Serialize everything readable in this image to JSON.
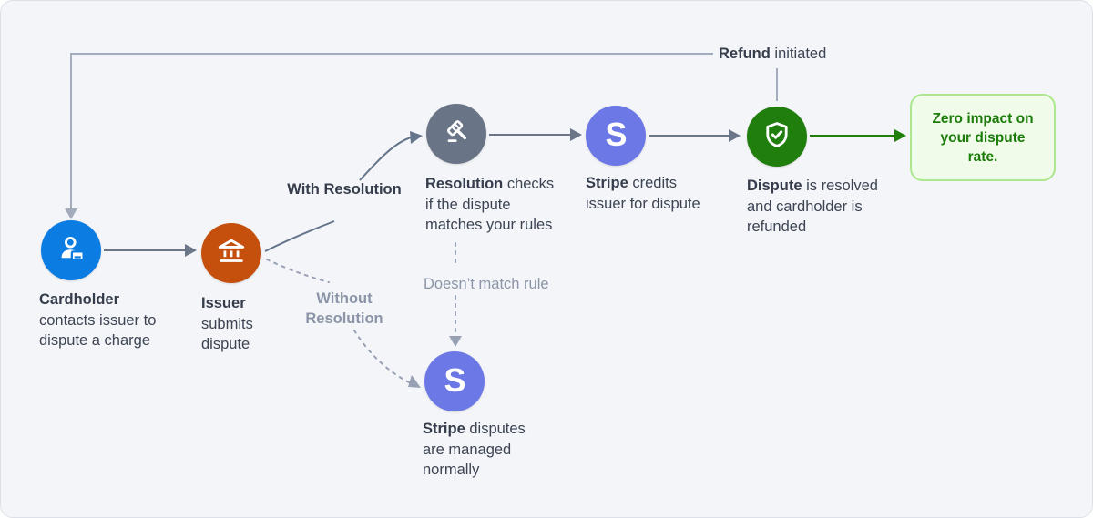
{
  "refund_annotation": {
    "bold": "Refund",
    "rest": " initiated"
  },
  "nodes": [
    {
      "id": "cardholder",
      "icon": "person-card-icon",
      "color": "#0B7CE2",
      "label_bold": "Cardholder",
      "label_rest": " contacts issuer to dispute a charge"
    },
    {
      "id": "issuer",
      "icon": "bank-icon",
      "color": "#C5500D",
      "label_bold": "Issuer",
      "label_rest": " submits dispute"
    },
    {
      "id": "resolution",
      "icon": "gavel-icon",
      "color": "#6A7487",
      "label_bold": "Resolution",
      "label_rest": " checks if the dispute matches your rules"
    },
    {
      "id": "stripe-credit",
      "icon": "stripe-s-icon",
      "icon_text": "S",
      "color": "#6C78E5",
      "label_bold": "Stripe",
      "label_rest": " credits issuer for dispute"
    },
    {
      "id": "dispute-resolved",
      "icon": "shield-check-icon",
      "color": "#1F7E0C",
      "label_bold": "Dispute",
      "label_rest": " is resolved and cardholder is refunded"
    },
    {
      "id": "stripe-normal",
      "icon": "stripe-s-icon",
      "icon_text": "S",
      "color": "#6C78E5",
      "label_bold": "Stripe",
      "label_rest": " disputes are managed normally"
    }
  ],
  "edge_labels": {
    "with_resolution": "With Resolution",
    "without_resolution": "Without Resolution",
    "no_match": "Doesn’t match rule"
  },
  "outcome": {
    "text": "Zero impact on your dispute rate.",
    "text_color": "#1C7C0A",
    "bg": "#F0FCE9",
    "border": "#ABE78D"
  },
  "colors": {
    "arrow": "#6C7689",
    "line_light": "#A3ACBC",
    "dashed": "#97A1B3",
    "green": "#217E0B",
    "text": "#3C4453",
    "muted_text": "#8B95A7",
    "background": "#F4F5F8"
  }
}
